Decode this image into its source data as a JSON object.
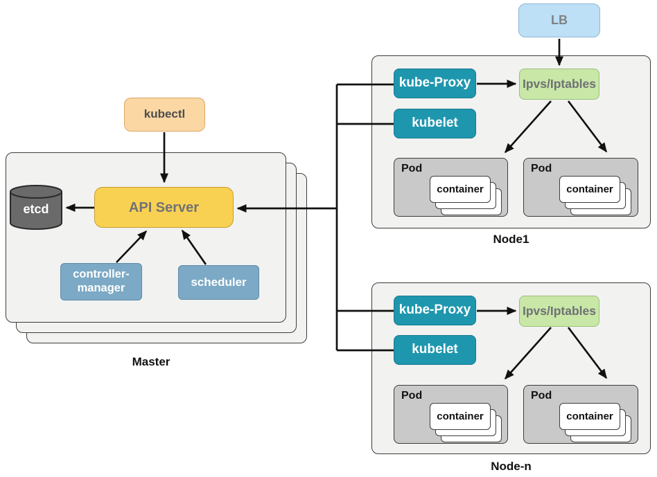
{
  "diagram": {
    "lb": {
      "label": "LB"
    },
    "master": {
      "caption": "Master",
      "kubectl": {
        "label": "kubectl"
      },
      "api_server": {
        "label": "API Server"
      },
      "etcd": {
        "label": "etcd"
      },
      "controller_manager": {
        "label": "controller-manager"
      },
      "scheduler": {
        "label": "scheduler"
      }
    },
    "nodes": [
      {
        "caption": "Node1",
        "kube_proxy": {
          "label": "kube-Proxy"
        },
        "kubelet": {
          "label": "kubelet"
        },
        "ipvs": {
          "label": "Ipvs/Iptables"
        },
        "pods": [
          {
            "label": "Pod",
            "container": {
              "label": "container"
            }
          },
          {
            "label": "Pod",
            "container": {
              "label": "container"
            }
          }
        ]
      },
      {
        "caption": "Node-n",
        "kube_proxy": {
          "label": "kube-Proxy"
        },
        "kubelet": {
          "label": "kubelet"
        },
        "ipvs": {
          "label": "Ipvs/Iptables"
        },
        "pods": [
          {
            "label": "Pod",
            "container": {
              "label": "container"
            }
          },
          {
            "label": "Pod",
            "container": {
              "label": "container"
            }
          }
        ]
      }
    ],
    "colors": {
      "panel_fill": "#F2F2F1",
      "kubectl_fill": "#FBD7A3",
      "api_server_fill": "#F8D152",
      "etcd_fill": "#6A6A6A",
      "control_plane_fill": "#7CA9C5",
      "agent_fill": "#1E97AE",
      "ipvs_fill": "#C9E7A7",
      "lb_fill": "#BDE0F6",
      "pod_fill": "#C9C9C9",
      "arrow": "#111111"
    }
  }
}
